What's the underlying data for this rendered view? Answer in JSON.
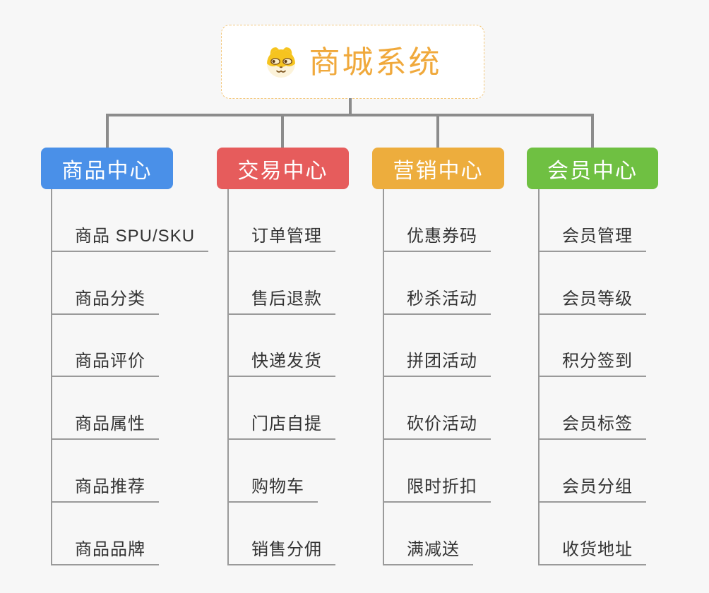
{
  "page": {
    "background_color": "#f7f7f7",
    "connector_color": "#8c8c8c",
    "child_line_color": "#9a9a9a",
    "child_text_color": "#333333"
  },
  "root": {
    "label": "商城系统",
    "text_color": "#f0a93c",
    "border_color": "#f3c87e",
    "icon": "dog-face-icon"
  },
  "branches": [
    {
      "label": "商品中心",
      "color": "#4a90e8",
      "children": [
        "商品 SPU/SKU",
        "商品分类",
        "商品评价",
        "商品属性",
        "商品推荐",
        "商品品牌"
      ]
    },
    {
      "label": "交易中心",
      "color": "#e65c5c",
      "children": [
        "订单管理",
        "售后退款",
        "快递发货",
        "门店自提",
        "购物车",
        "销售分佣"
      ]
    },
    {
      "label": "营销中心",
      "color": "#edad3d",
      "children": [
        "优惠券码",
        "秒杀活动",
        "拼团活动",
        "砍价活动",
        "限时折扣",
        "满减送"
      ]
    },
    {
      "label": "会员中心",
      "color": "#6fc042",
      "children": [
        "会员管理",
        "会员等级",
        "积分签到",
        "会员标签",
        "会员分组",
        "收货地址"
      ]
    }
  ]
}
